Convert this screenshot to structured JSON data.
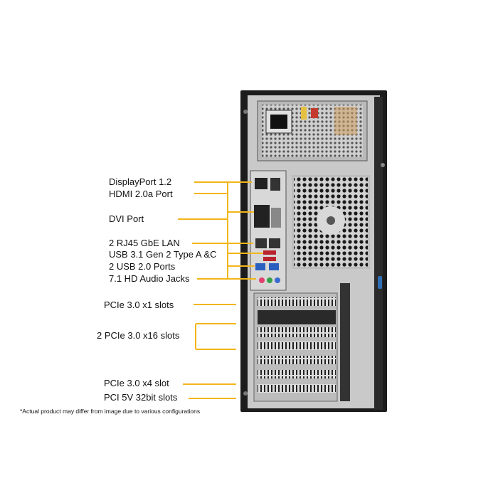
{
  "callouts": {
    "displayport": "DisplayPort 1.2",
    "hdmi": "HDMI 2.0a Port",
    "dvi": "DVI Port",
    "lan": "2 RJ45 GbE LAN",
    "usb31": "USB 3.1 Gen 2 Type A &C",
    "usb20": "2 USB 2.0 Ports",
    "audio": "7.1 HD Audio Jacks",
    "pcie_x1": "PCIe 3.0 x1 slots",
    "pcie_x16": "2 PCIe 3.0 x16 slots",
    "pcie_x4": "PCIe 3.0 x4 slot",
    "pci": "PCI 5V 32bit slots"
  },
  "footnote": "*Actual product may differ from image due to various configurations",
  "colors": {
    "callout_line": "#f2b619",
    "chassis": "#1c1c1c",
    "panel": "#c9c9c9",
    "io_shield": "#d8d8d8"
  }
}
